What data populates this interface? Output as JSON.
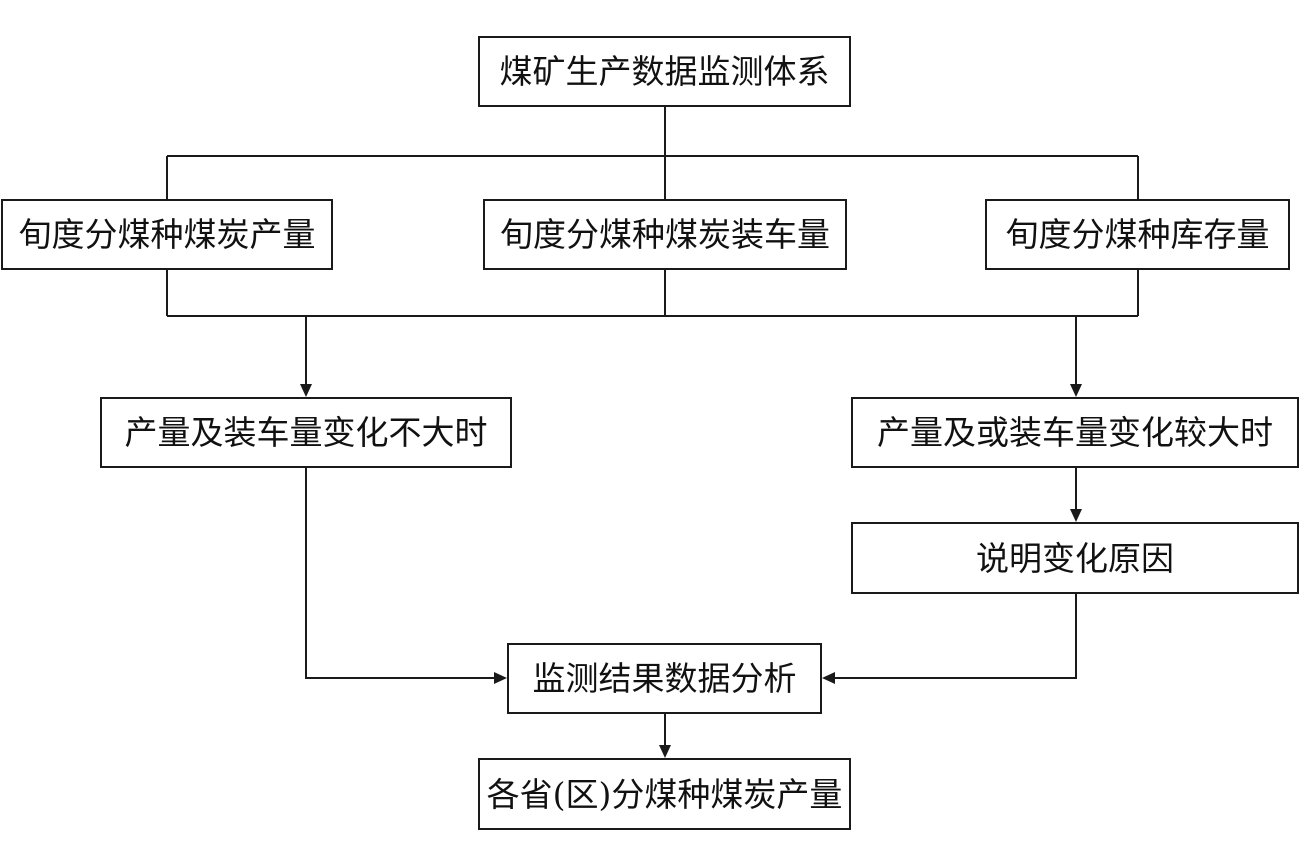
{
  "diagram": {
    "nodes": {
      "root": "煤矿生产数据监测体系",
      "output": "旬度分煤种煤炭产量",
      "loading": "旬度分煤种煤炭装车量",
      "inventory": "旬度分煤种库存量",
      "small_change": "产量及装车量变化不大时",
      "large_change": "产量及或装车量变化较大时",
      "explain": "说明变化原因",
      "analysis": "监测结果数据分析",
      "result": "各省(区)分煤种煤炭产量"
    }
  }
}
